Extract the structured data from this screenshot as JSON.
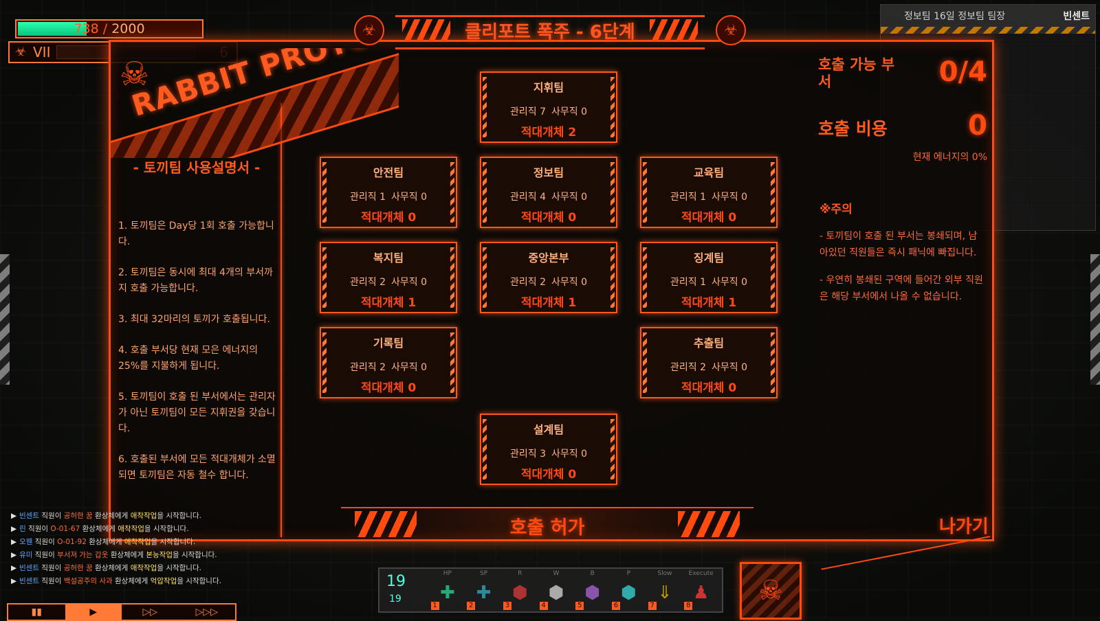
{
  "hud": {
    "energy_current": "738",
    "energy_sep": " / ",
    "energy_max": "2000",
    "energy_fill": 0.37,
    "qliphoth_level": "VII",
    "qliphoth_counter": "6"
  },
  "agent_panel": {
    "title": "정보팀 16일 정보팀 팀장",
    "name": "빈센트"
  },
  "dialog": {
    "title": "클리포트 폭주 - 6단계",
    "banner": "RABBIT PROTOCOL"
  },
  "manual": {
    "title": "- 토끼팀 사용설명서 -",
    "items": [
      "1. 토끼팀은 Day당 1회 호출 가능합니다.",
      "2. 토끼팀은 동시에 최대 4개의 부서까지 호출 가능합니다.",
      "3. 최대 32마리의 토끼가 호출됩니다.",
      "4. 호출 부서당 현재 모은 에너지의 25%를 지불하게 됩니다.",
      "5. 토끼팀이 호출 된 부서에서는 관리자가 아닌 토끼팀이 모든 지휘권을 갖습니다.",
      "6. 호출된 부서에 모든 적대개체가 소멸되면 토끼팀은 자동 철수 합니다."
    ]
  },
  "teams": [
    {
      "name": "지휘팀",
      "manager": "관리직 7",
      "clerk": "사무직 0",
      "hostile": "적대개체 2"
    },
    {
      "name": "안전팀",
      "manager": "관리직 1",
      "clerk": "사무직 0",
      "hostile": "적대개체 0"
    },
    {
      "name": "정보팀",
      "manager": "관리직 4",
      "clerk": "사무직 0",
      "hostile": "적대개체 0"
    },
    {
      "name": "교육팀",
      "manager": "관리직 1",
      "clerk": "사무직 0",
      "hostile": "적대개체 0"
    },
    {
      "name": "복지팀",
      "manager": "관리직 2",
      "clerk": "사무직 0",
      "hostile": "적대개체 1"
    },
    {
      "name": "중앙본부",
      "manager": "관리직 2",
      "clerk": "사무직 0",
      "hostile": "적대개체 1"
    },
    {
      "name": "징계팀",
      "manager": "관리직 1",
      "clerk": "사무직 0",
      "hostile": "적대개체 1"
    },
    {
      "name": "기록팀",
      "manager": "관리직 2",
      "clerk": "사무직 0",
      "hostile": "적대개체 0"
    },
    {
      "name": "추출팀",
      "manager": "관리직 2",
      "clerk": "사무직 0",
      "hostile": "적대개체 0"
    },
    {
      "name": "설계팀",
      "manager": "관리직 3",
      "clerk": "사무직 0",
      "hostile": "적대개체 0"
    }
  ],
  "summary": {
    "callable_label": "호출 가능 부서",
    "callable_value": "0/4",
    "cost_label": "호출 비용",
    "cost_value": "0",
    "energy_note": "현재 에너지의 0%"
  },
  "warning": {
    "title": "※주의",
    "lines": [
      "- 토끼팀이 호출 된 부서는 봉쇄되며, 남아있던 직원들은 즉시 패닉에 빠집니다.",
      "- 우연히 봉쇄된 구역에 들어간 외부 직원은 해당 부서에서 나올 수 없습니다."
    ]
  },
  "buttons": {
    "call": "호출 허가",
    "exit": "나가기"
  },
  "log": [
    {
      "agent": "빈센트",
      "mid": " 직원이 ",
      "target": "공허한 꿈",
      "rest": " 환상체에게 ",
      "work": "애착작업",
      "end": "을 시작합니다."
    },
    {
      "agent": "린",
      "mid": " 직원이 ",
      "target": "O-01-67",
      "rest": " 환상체에게 ",
      "work": "애착작업",
      "end": "을 시작합니다."
    },
    {
      "agent": "오웬",
      "mid": " 직원이 ",
      "target": "O-01-92",
      "rest": " 환상체에게 ",
      "work": "애착작업",
      "end": "을 시작합니다."
    },
    {
      "agent": "유미",
      "mid": " 직원이 ",
      "target": "부서져 가는 갑옷",
      "rest": " 환상체에게 ",
      "work": "본능작업",
      "end": "을 시작합니다."
    },
    {
      "agent": "빈센트",
      "mid": " 직원이 ",
      "target": "공허한 꿈",
      "rest": " 환상체에게 ",
      "work": "애착작업",
      "end": "을 시작합니다."
    },
    {
      "agent": "빈센트",
      "mid": " 직원이 ",
      "target": "백설공주의 사과",
      "rest": " 환상체에게 ",
      "work": "억압작업",
      "end": "을 시작합니다."
    }
  ],
  "toolbar": {
    "bullets": "19",
    "bullets_max": "19",
    "slots": [
      {
        "label": "HP",
        "key": "1"
      },
      {
        "label": "SP",
        "key": "2"
      },
      {
        "label": "R",
        "key": "3"
      },
      {
        "label": "W",
        "key": "4"
      },
      {
        "label": "B",
        "key": "5"
      },
      {
        "label": "P",
        "key": "6"
      },
      {
        "label": "Slow",
        "key": "7"
      },
      {
        "label": "Execute",
        "key": "8"
      }
    ]
  }
}
